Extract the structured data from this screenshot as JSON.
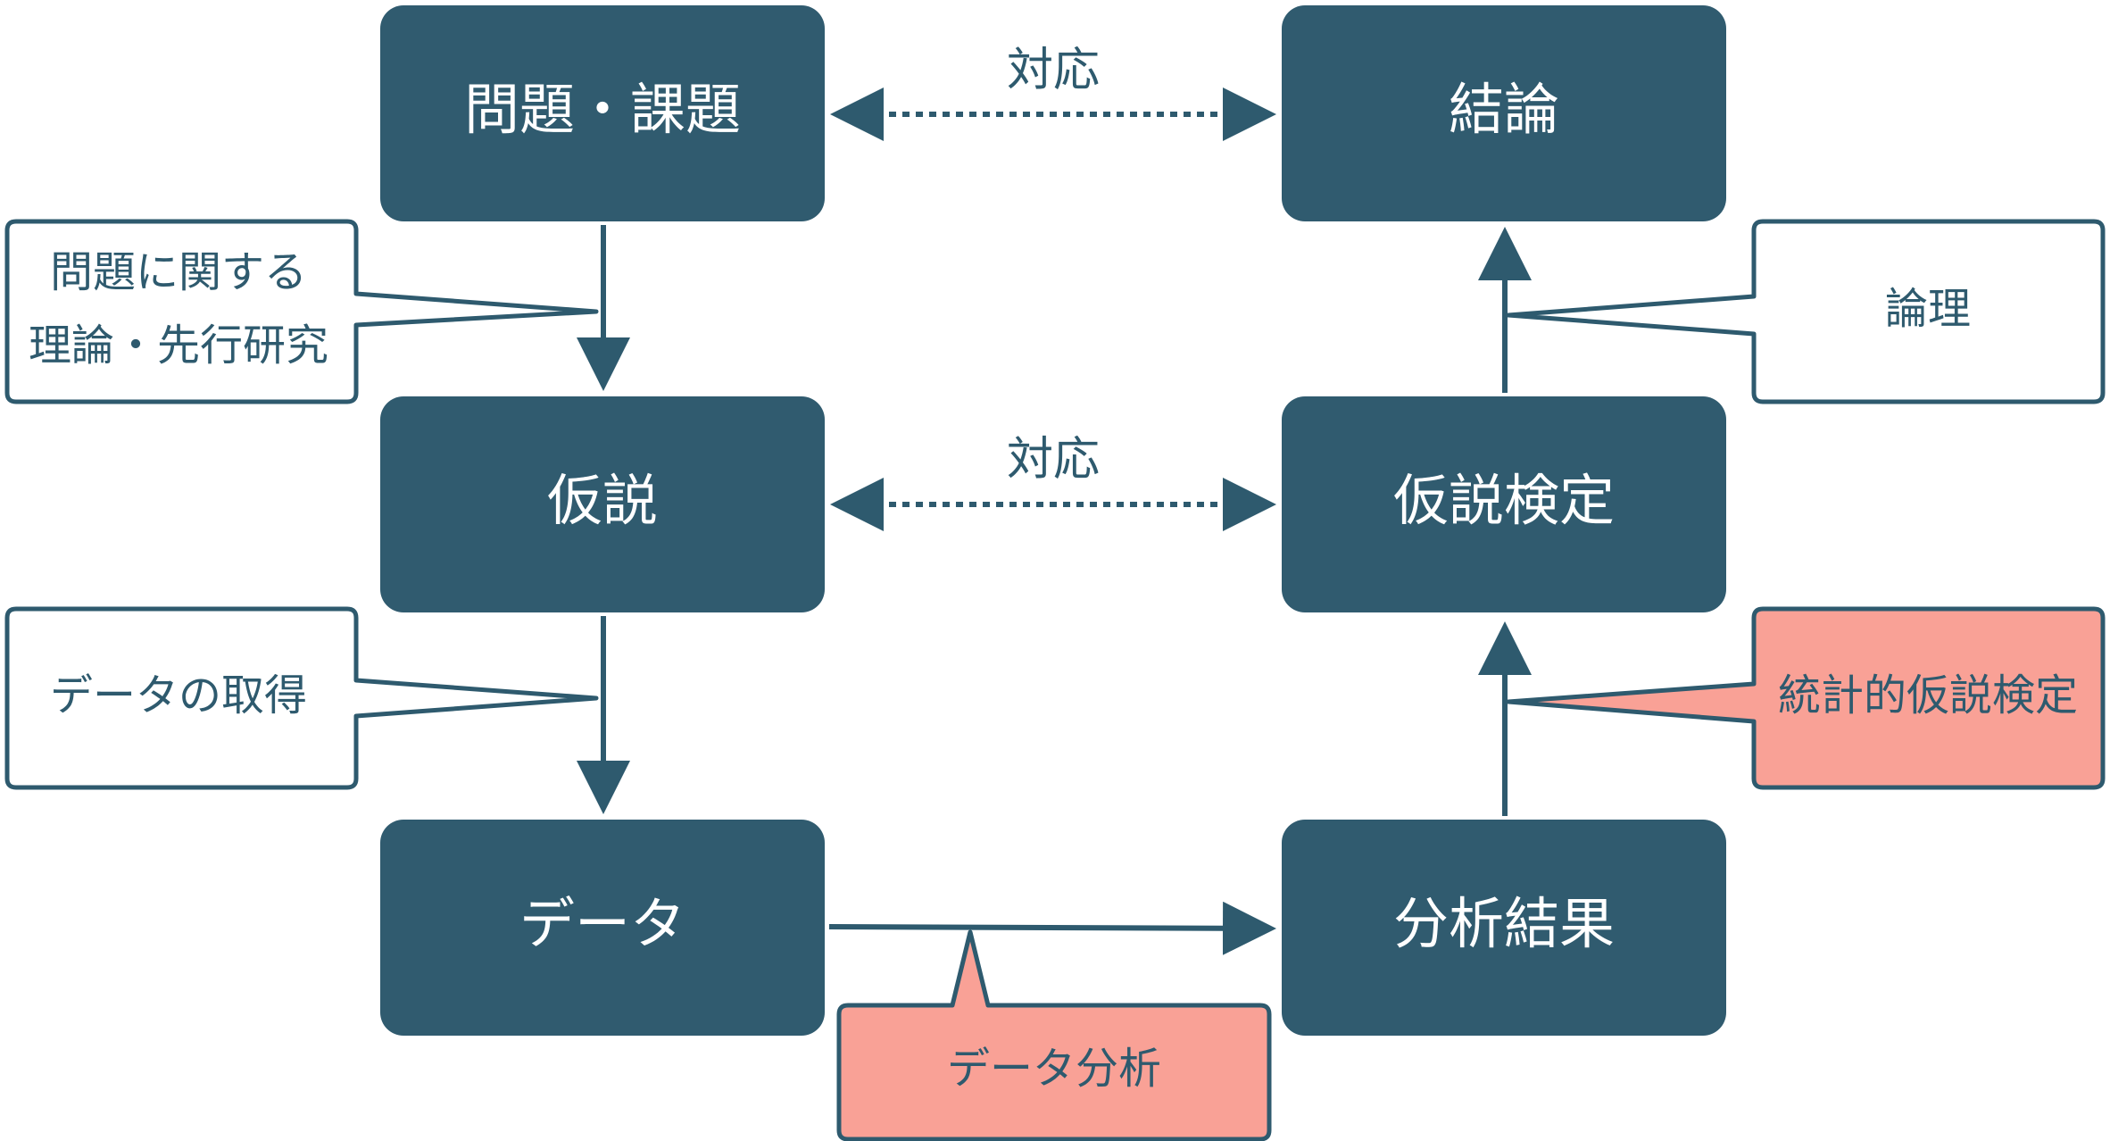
{
  "colors": {
    "box_fill": "#305b6f",
    "box_text": "#ffffff",
    "line": "#2e5a6e",
    "note_fill": "#ffffff",
    "note_highlight_fill": "#f9a196",
    "note_text": "#2e5a6e"
  },
  "boxes": {
    "problem": "問題・課題",
    "hypothesis": "仮説",
    "data": "データ",
    "conclusion": "結論",
    "hypothesis_test": "仮説検定",
    "analysis_result": "分析結果"
  },
  "links": {
    "top_correspondence": "対応",
    "middle_correspondence": "対応"
  },
  "notes": {
    "theory_line1": "問題に関する",
    "theory_line2": "理論・先行研究",
    "data_acquisition": "データの取得",
    "logic": "論理",
    "statistical_test": "統計的仮説検定",
    "data_analysis": "データ分析"
  }
}
